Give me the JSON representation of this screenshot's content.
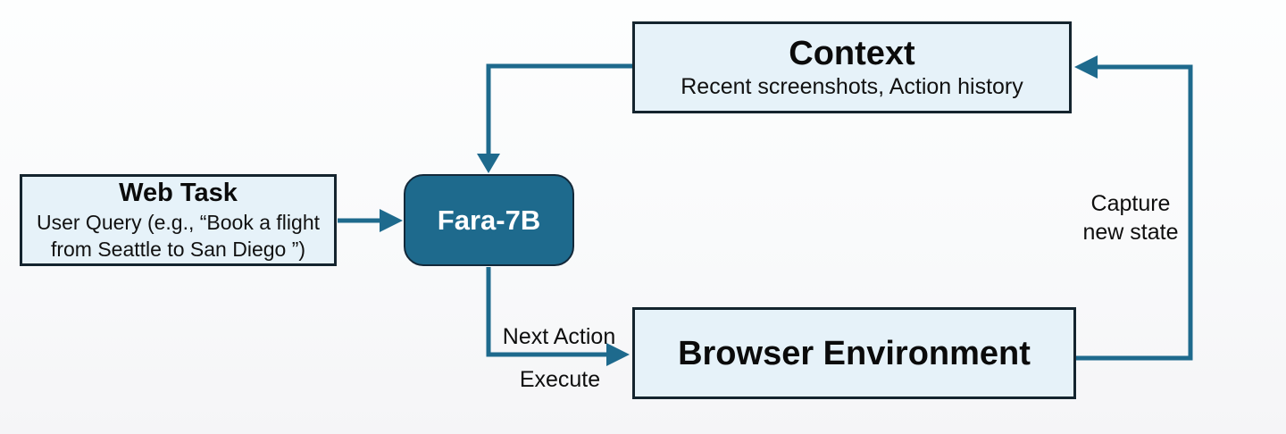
{
  "diagram": {
    "nodes": {
      "web_task": {
        "title": "Web Task",
        "subtitle": "User Query (e.g., “Book a flight from Seattle to San Diego ”)"
      },
      "fara": {
        "label": "Fara-7B"
      },
      "context": {
        "title": "Context",
        "subtitle": "Recent screenshots, Action history"
      },
      "browser": {
        "title": "Browser Environment"
      }
    },
    "edges": {
      "fara_to_browser": {
        "label_top": "Next Action",
        "label_bottom": "Execute"
      },
      "browser_to_context": {
        "label": "Capture new state"
      }
    },
    "colors": {
      "accent_teal": "#1e6a8d",
      "node_fill": "#e6f2f9",
      "node_border": "#14242e",
      "fara_fill": "#1e6a8d",
      "fara_text": "#ffffff",
      "label_text": "#0e0e0e"
    }
  }
}
